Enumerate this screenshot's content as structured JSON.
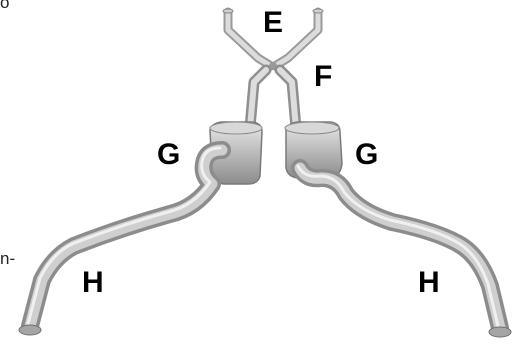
{
  "labels": {
    "e": "E",
    "f": "F",
    "g_left": "G",
    "g_right": "G",
    "h_left": "H",
    "h_right": "H"
  },
  "edge_fragments": {
    "top_left": "o",
    "left_middle": "n-"
  },
  "colors": {
    "pipe_light": "#e2e2e2",
    "pipe_mid": "#b9b9b9",
    "pipe_dark": "#7f7f7f",
    "label": "#000000"
  }
}
